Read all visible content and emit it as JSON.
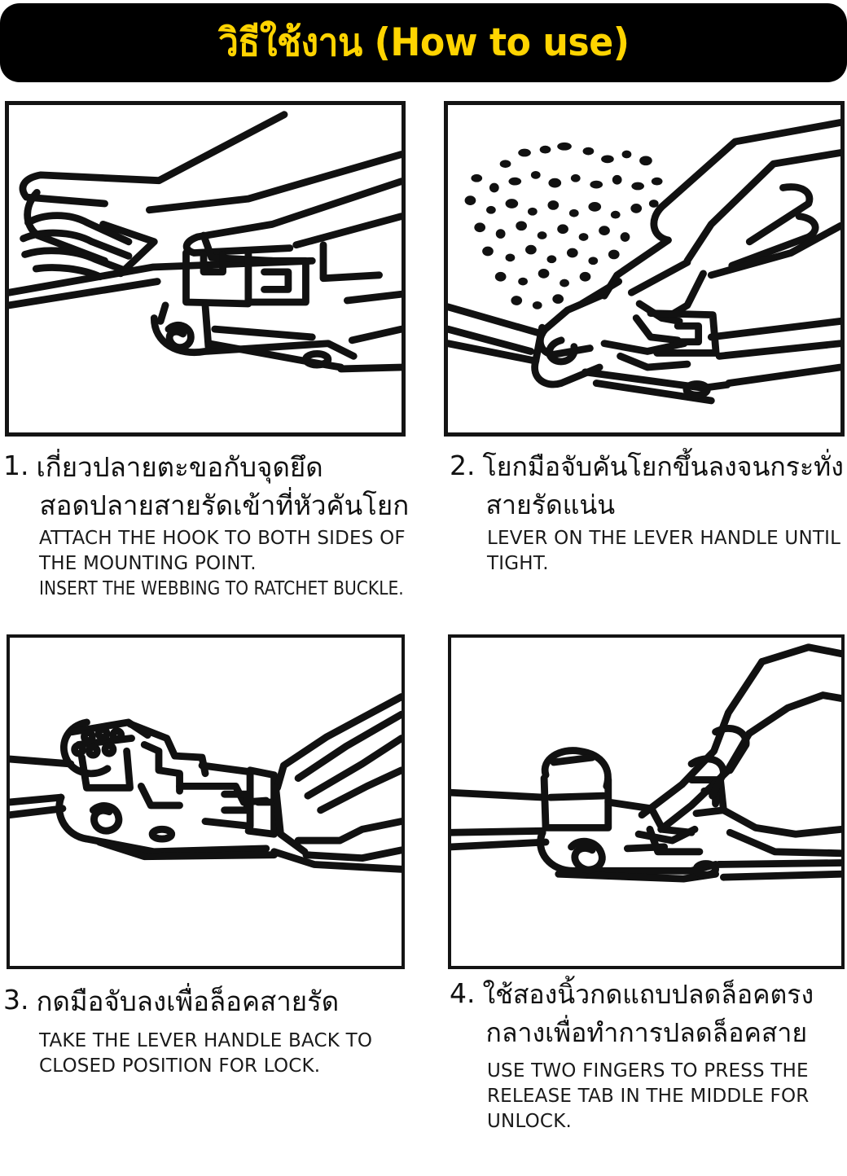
{
  "page": {
    "background_color": "#FFFFFF",
    "text_color": "#111111"
  },
  "header": {
    "title": "วิธีใช้งาน (How to use)",
    "background_color": "#000000",
    "text_color": "#FFD400"
  },
  "steps": [
    {
      "number": "1.",
      "thai_lines": [
        "เกี่ยวปลายตะขอกับจุดยึด",
        "สอดปลายสายรัดเข้าที่หัวคันโยก"
      ],
      "english_lines": [
        "ATTACH THE HOOK TO BOTH SIDES OF",
        "THE MOUNTING POINT.",
        "INSERT THE WEBBING TO RATCHET BUCKLE."
      ],
      "illustration": "hands-attaching-hook-and-inserting-webbing"
    },
    {
      "number": "2.",
      "thai_lines": [
        "โยกมือจับคันโยกขึ้นลงจนกระทั่ง",
        "สายรัดแน่น"
      ],
      "english_lines": [
        "LEVER ON THE LEVER HANDLE UNTIL",
        "TIGHT."
      ],
      "illustration": "hand-pumping-ratchet-lever-with-motion-marks"
    },
    {
      "number": "3.",
      "thai_lines": [
        "กดมือจับลงเพื่อล็อคสายรัด"
      ],
      "english_lines": [
        "TAKE THE LEVER HANDLE BACK TO",
        "CLOSED POSITION FOR LOCK."
      ],
      "illustration": "hand-closing-lever-handle-to-lock"
    },
    {
      "number": "4.",
      "thai_lines": [
        "ใช้สองนิ้วกดแถบปลดล็อคตรง",
        "กลางเพื่อทำการปลดล็อคสาย"
      ],
      "english_lines": [
        "USE TWO FINGERS TO PRESS THE",
        "RELEASE TAB IN THE MIDDLE FOR",
        "UNLOCK."
      ],
      "illustration": "two-fingers-pressing-release-tab"
    }
  ]
}
